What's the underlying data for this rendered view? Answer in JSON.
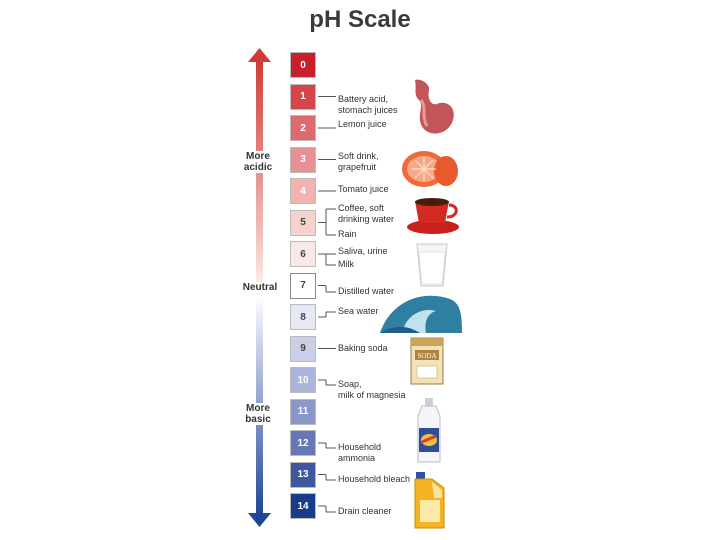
{
  "title": "pH Scale",
  "labels": {
    "acidic_line1": "More",
    "acidic_line2": "acidic",
    "neutral": "Neutral",
    "basic_line1": "More",
    "basic_line2": "basic"
  },
  "scale": [
    "0",
    "1",
    "2",
    "3",
    "4",
    "5",
    "6",
    "7",
    "8",
    "9",
    "10",
    "11",
    "12",
    "13",
    "14"
  ],
  "scale_colors": [
    "#c8202a",
    "#d5454a",
    "#dd6a6c",
    "#e79292",
    "#efb3b1",
    "#f6d2cf",
    "#fae8e6",
    "#ffffff",
    "#e6e9f4",
    "#c8cfe6",
    "#aab5d9",
    "#8a98c9",
    "#6677b6",
    "#3e57a0",
    "#1a3a8a"
  ],
  "substances": [
    {
      "line1": "Battery acid,",
      "line2": "stomach juices"
    },
    {
      "line1": "Lemon juice",
      "line2": ""
    },
    {
      "line1": "Soft drink,",
      "line2": "grapefruit"
    },
    {
      "line1": "Tomato juice",
      "line2": ""
    },
    {
      "line1": "Coffee, soft",
      "line2": "drinking water"
    },
    {
      "line1": "Rain",
      "line2": ""
    },
    {
      "line1": "Saliva, urine",
      "line2": ""
    },
    {
      "line1": "Milk",
      "line2": ""
    },
    {
      "line1": "Distilled water",
      "line2": ""
    },
    {
      "line1": "Sea water",
      "line2": ""
    },
    {
      "line1": "Baking soda",
      "line2": ""
    },
    {
      "line1": "Soap,",
      "line2": "milk of magnesia"
    },
    {
      "line1": "Household",
      "line2": "ammonia"
    },
    {
      "line1": "Household bleach",
      "line2": ""
    },
    {
      "line1": "Drain cleaner",
      "line2": ""
    }
  ],
  "product_text": {
    "soda_box": "SODA"
  },
  "icons": [
    "stomach-icon",
    "grapefruit-icon",
    "coffee-cup-icon",
    "milk-glass-icon",
    "wave-icon",
    "baking-soda-icon",
    "ammonia-bottle-icon",
    "bleach-jug-icon"
  ]
}
